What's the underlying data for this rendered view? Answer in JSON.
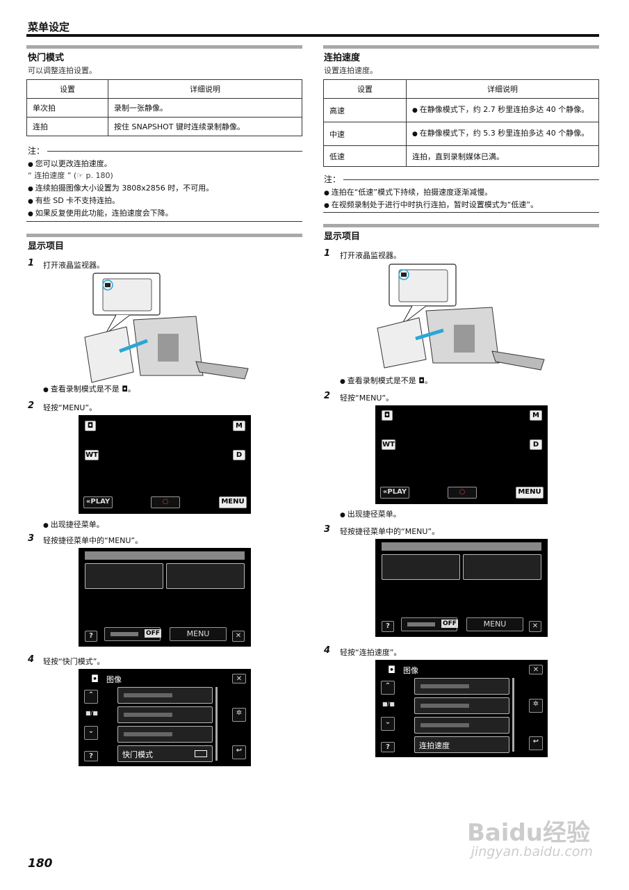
{
  "header": {
    "title": "菜单设定"
  },
  "left": {
    "section_title": "快门模式",
    "section_desc": "可以调整连拍设置。",
    "table": {
      "headers": [
        "设置",
        "详细说明"
      ],
      "rows": [
        [
          "单次拍",
          "录制一张静像。"
        ],
        [
          "连拍",
          "按住 SNAPSHOT 键时连续录制静像。"
        ]
      ]
    },
    "note_label": "注：",
    "notes": [
      "您可以更改连拍速度。",
      "连续拍摄图像大小设置为 3808x2856 时，不可用。",
      "有些 SD 卡不支持连拍。",
      "如果反复使用此功能，连拍速度会下降。"
    ],
    "note_ref": "“ 连拍速度 ” (☞ p. 180)",
    "display_title": "显示项目",
    "steps": [
      {
        "num": "1",
        "text": "打开液晶监视器。"
      },
      {
        "num": "2",
        "text": "轻按“MENU”。"
      },
      {
        "num": "3",
        "text": "轻按捷径菜单中的“MENU”。"
      },
      {
        "num": "4",
        "text": "轻按“快门模式”。"
      }
    ],
    "sub1": "查看录制模式是不是 ◘。",
    "sub2": "出现捷径菜单。",
    "menu_header": "图像",
    "menu_item": "快门模式"
  },
  "right": {
    "section_title": "连拍速度",
    "section_desc": "设置连拍速度。",
    "table": {
      "headers": [
        "设置",
        "详细说明"
      ],
      "rows": [
        [
          "高速",
          "在静像模式下，约 2.7 秒里连拍多达 40 个静像。"
        ],
        [
          "中速",
          "在静像模式下，约 5.3 秒里连拍多达 40 个静像。"
        ],
        [
          "低速",
          "连拍，直到录制媒体已满。"
        ]
      ]
    },
    "note_label": "注：",
    "notes": [
      "连拍在“低速”模式下持续，拍摄速度逐渐减慢。",
      "在视频录制处于进行中时执行连拍，暂时设置模式为“低速”。"
    ],
    "display_title": "显示项目",
    "steps": [
      {
        "num": "1",
        "text": "打开液晶监视器。"
      },
      {
        "num": "2",
        "text": "轻按“MENU”。"
      },
      {
        "num": "3",
        "text": "轻按捷径菜单中的“MENU”。"
      },
      {
        "num": "4",
        "text": "轻按“连拍速度”。"
      }
    ],
    "sub1": "查看录制模式是不是 ◘。",
    "sub2": "出现捷径菜单。",
    "menu_header": "图像",
    "menu_item": "连拍速度"
  },
  "screen_labels": {
    "m": "M",
    "d": "D",
    "wt": "WT",
    "play": "«PLAY",
    "menu": "MENU",
    "off": "OFF",
    "help": "?",
    "close": "✕",
    "page": "■/■"
  },
  "footer": {
    "page_number": "180",
    "watermark": "Baidu经验",
    "watermark_url": "jingyan.baidu.com"
  }
}
